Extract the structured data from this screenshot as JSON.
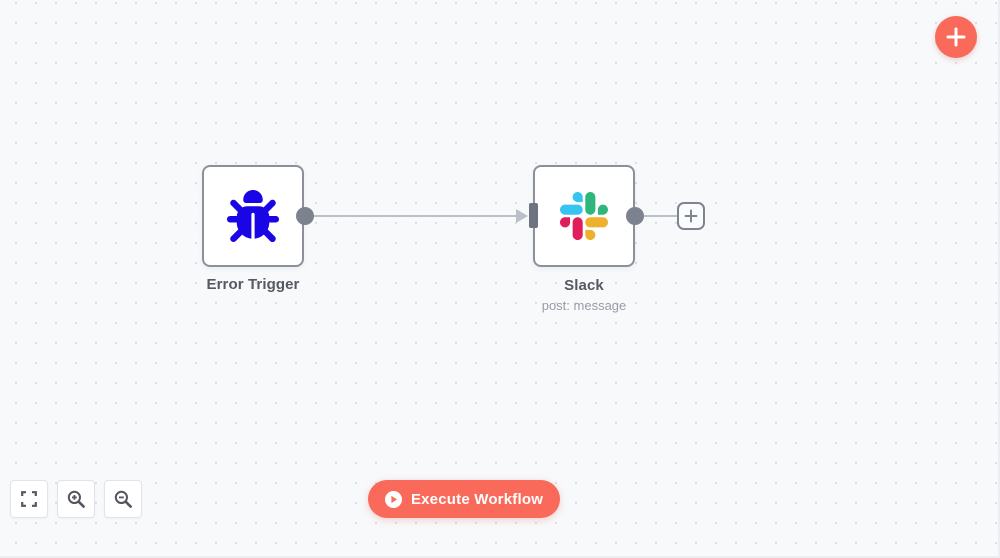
{
  "workflow": {
    "nodes": [
      {
        "name": "Error Trigger",
        "subtitle": "",
        "icon": "bug-icon",
        "type": "trigger"
      },
      {
        "name": "Slack",
        "subtitle": "post: message",
        "icon": "slack-logo-icon",
        "type": "action"
      }
    ],
    "connection": {
      "from": "Error Trigger",
      "to": "Slack"
    }
  },
  "execute_button": {
    "label": "Execute Workflow",
    "icon": "play-circle-icon"
  },
  "add_node_button": {
    "icon": "plus-icon"
  },
  "add_step_button": {
    "icon": "plus-square-icon"
  },
  "zoom_controls": {
    "fit": {
      "icon": "zoom-to-fit-icon"
    },
    "zoom_in": {
      "icon": "zoom-in-icon"
    },
    "zoom_out": {
      "icon": "zoom-out-icon"
    }
  },
  "colors": {
    "accent": "#f96a5a",
    "canvas_bg": "#f8f9fb",
    "grid_dot": "#dee0e6",
    "node_border": "#8b909c",
    "wire": "#bbbfc7",
    "endpoint": "#7c838f",
    "input_bar": "#6d7380",
    "bug_blue": "#1a05e6",
    "slack_blue": "#36C5F0",
    "slack_green": "#2EB67D",
    "slack_red": "#E01E5A",
    "slack_yellow": "#ECB22E",
    "label_text": "#545962",
    "subtitle_text": "#989ca4"
  }
}
